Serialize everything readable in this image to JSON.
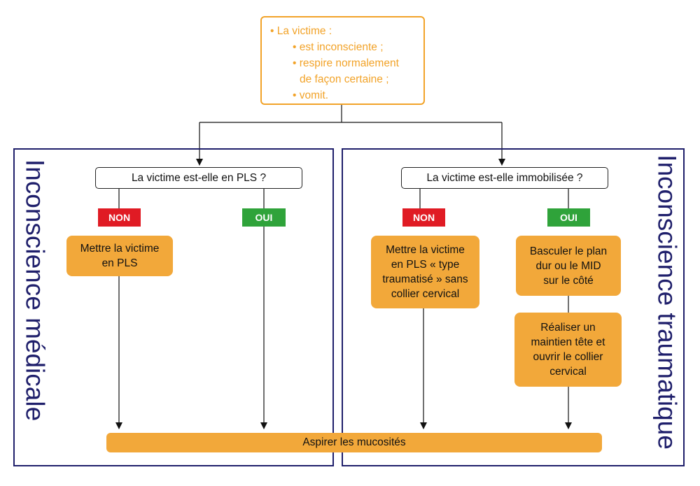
{
  "top_box": {
    "lines": [
      "• La victime :",
      "• est inconsciente ;",
      "• respire normalement",
      "de façon certaine ;",
      "• vomit."
    ]
  },
  "panels": {
    "left_title": "Inconscience médicale",
    "right_title": "Inconscience traumatique"
  },
  "left": {
    "question": "La victime est-elle en PLS ?",
    "non_label": "NON",
    "oui_label": "OUI",
    "non_action_lines": [
      "Mettre la victime",
      "en PLS"
    ]
  },
  "right": {
    "question": "La victime est-elle immobilisée ?",
    "non_label": "NON",
    "oui_label": "OUI",
    "non_action_lines": [
      "Mettre la victime",
      "en PLS « type",
      "traumatisé » sans",
      "collier cervical"
    ],
    "oui_action_lines": [
      "Basculer le plan",
      "dur ou le MID",
      "sur le côté"
    ],
    "oui_action2_lines": [
      "Réaliser un",
      "maintien tête et",
      "ouvrir le collier",
      "cervical"
    ]
  },
  "final": {
    "label": "Aspirer les mucosités"
  },
  "colors": {
    "panel_border": "#1f1f6b",
    "orange": "#f2a83a",
    "orange_text": "#f2a329",
    "non_red": "#e01b24",
    "oui_green": "#2fa33a"
  }
}
